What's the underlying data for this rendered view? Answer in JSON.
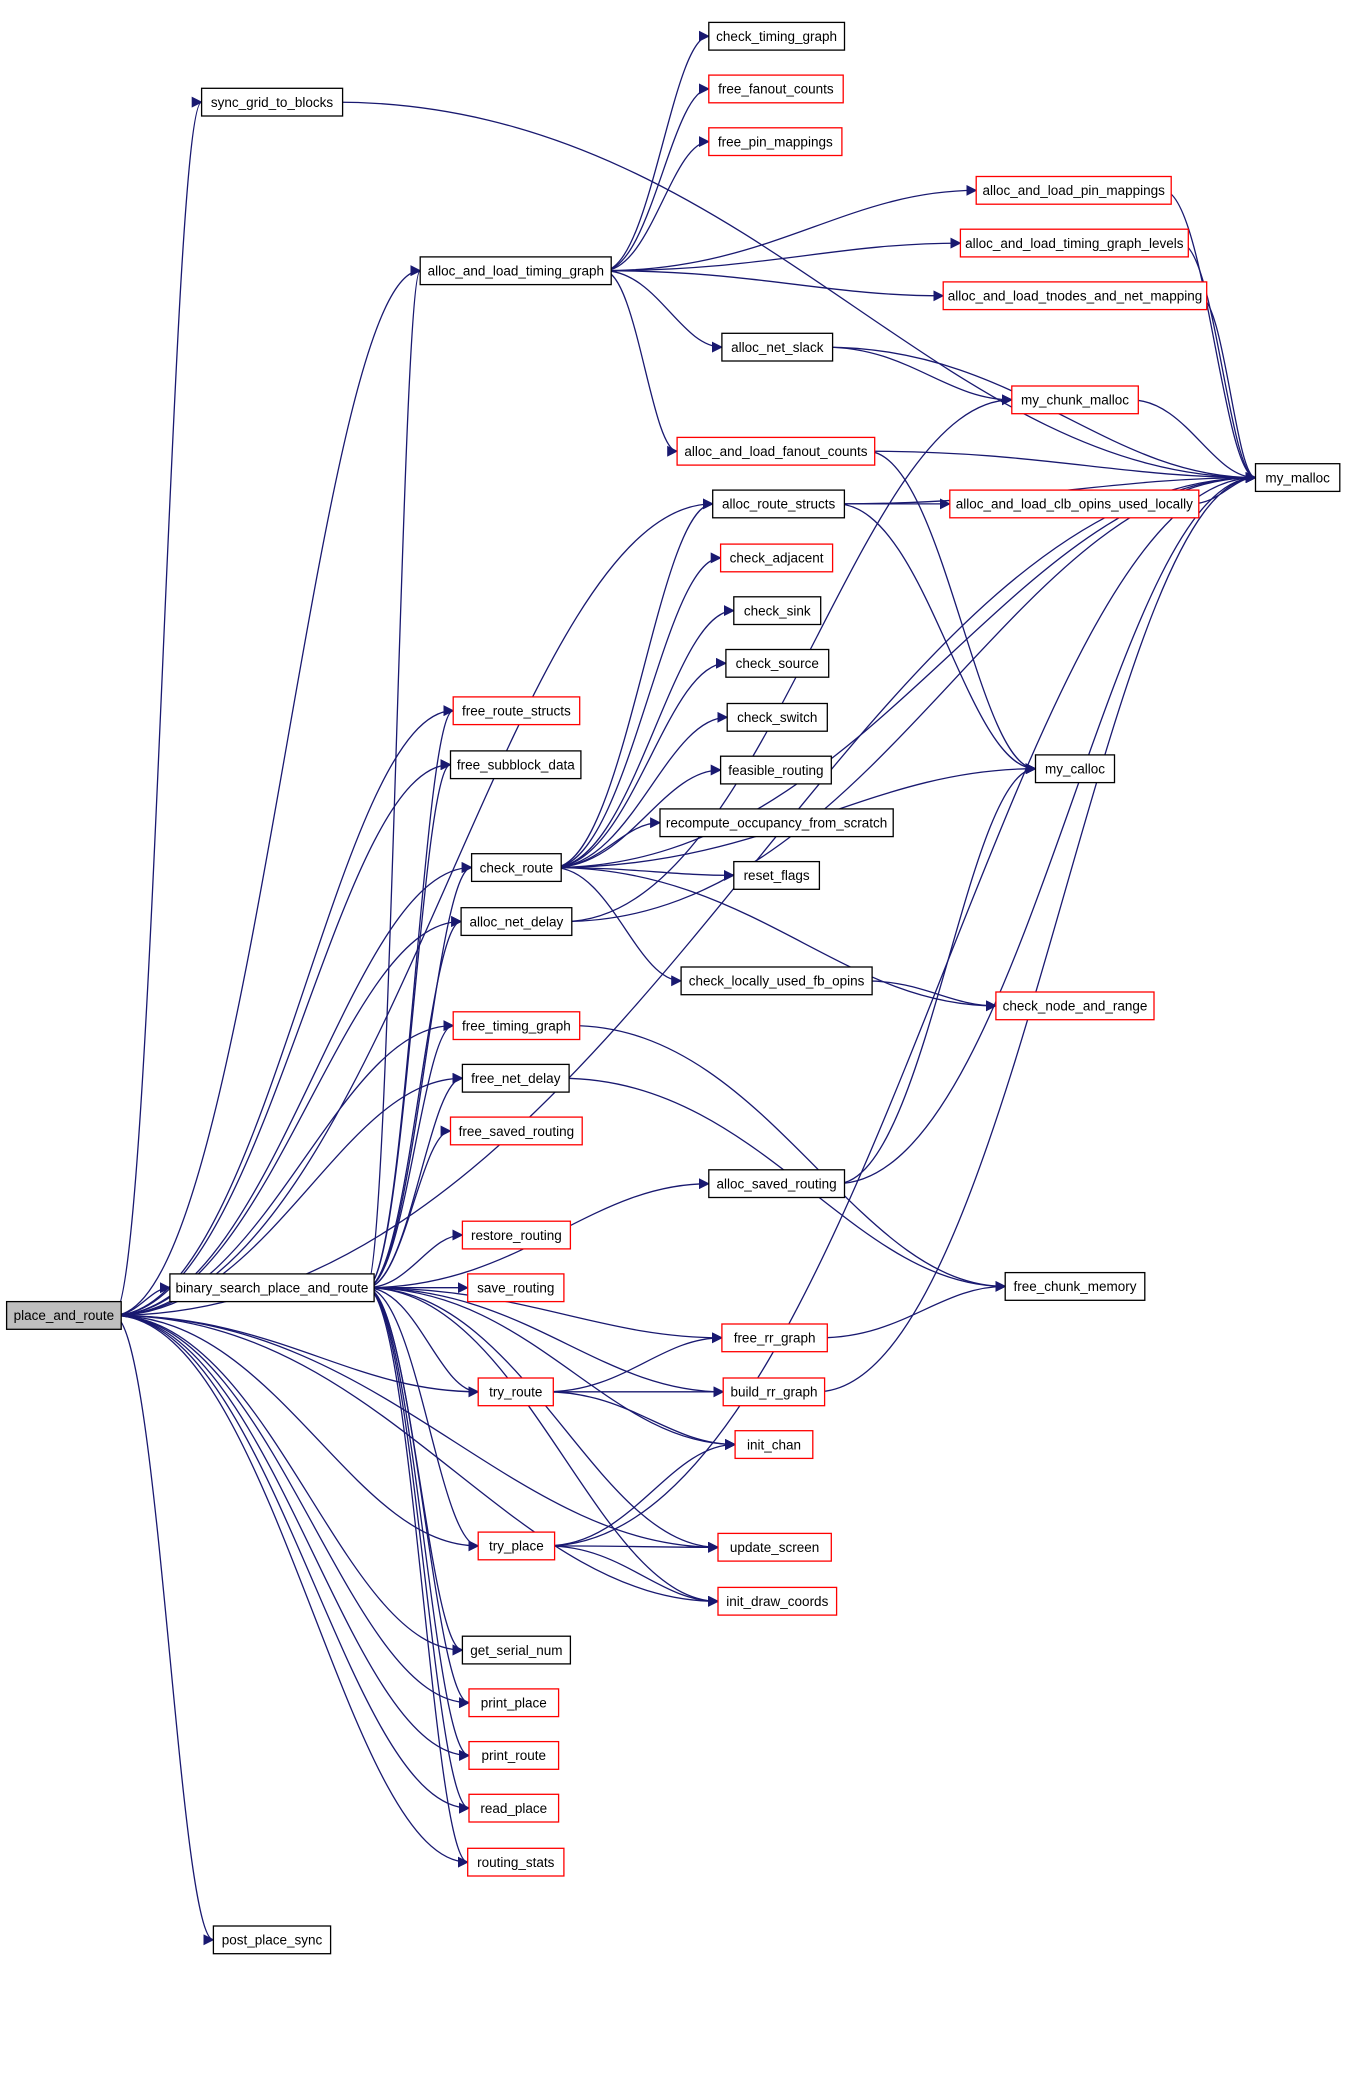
{
  "colors": {
    "edge": "#191970",
    "node_border_normal": "#000000",
    "node_border_truncated": "#ff0000",
    "root_fill": "#bfbfbf",
    "node_fill": "#ffffff"
  },
  "nodes": [
    {
      "id": "place_and_route",
      "label": "place_and_route",
      "style": "root"
    },
    {
      "id": "binary_search_place_and_route",
      "label": "binary_search_place_and_route",
      "style": "normal"
    },
    {
      "id": "sync_grid_to_blocks",
      "label": "sync_grid_to_blocks",
      "style": "normal"
    },
    {
      "id": "alloc_and_load_timing_graph",
      "label": "alloc_and_load_timing_graph",
      "style": "normal"
    },
    {
      "id": "check_timing_graph",
      "label": "check_timing_graph",
      "style": "normal"
    },
    {
      "id": "free_fanout_counts",
      "label": "free_fanout_counts",
      "style": "truncated"
    },
    {
      "id": "free_pin_mappings",
      "label": "free_pin_mappings",
      "style": "truncated"
    },
    {
      "id": "alloc_and_load_pin_mappings",
      "label": "alloc_and_load_pin_mappings",
      "style": "truncated"
    },
    {
      "id": "alloc_and_load_timing_graph_levels",
      "label": "alloc_and_load_timing_graph_levels",
      "style": "truncated"
    },
    {
      "id": "alloc_and_load_tnodes_and_net_mapping",
      "label": "alloc_and_load_tnodes_and_net_mapping",
      "style": "truncated"
    },
    {
      "id": "alloc_net_slack",
      "label": "alloc_net_slack",
      "style": "normal"
    },
    {
      "id": "my_chunk_malloc",
      "label": "my_chunk_malloc",
      "style": "truncated"
    },
    {
      "id": "alloc_and_load_fanout_counts",
      "label": "alloc_and_load_fanout_counts",
      "style": "truncated"
    },
    {
      "id": "my_malloc",
      "label": "my_malloc",
      "style": "normal"
    },
    {
      "id": "alloc_route_structs",
      "label": "alloc_route_structs",
      "style": "normal"
    },
    {
      "id": "alloc_and_load_clb_opins_used_locally",
      "label": "alloc_and_load_clb_opins_used_locally",
      "style": "truncated"
    },
    {
      "id": "check_adjacent",
      "label": "check_adjacent",
      "style": "truncated"
    },
    {
      "id": "check_sink",
      "label": "check_sink",
      "style": "normal"
    },
    {
      "id": "check_source",
      "label": "check_source",
      "style": "normal"
    },
    {
      "id": "check_switch",
      "label": "check_switch",
      "style": "normal"
    },
    {
      "id": "free_route_structs",
      "label": "free_route_structs",
      "style": "truncated"
    },
    {
      "id": "free_subblock_data",
      "label": "free_subblock_data",
      "style": "normal"
    },
    {
      "id": "feasible_routing",
      "label": "feasible_routing",
      "style": "normal"
    },
    {
      "id": "my_calloc",
      "label": "my_calloc",
      "style": "normal"
    },
    {
      "id": "recompute_occupancy_from_scratch",
      "label": "recompute_occupancy_from_scratch",
      "style": "normal"
    },
    {
      "id": "check_route",
      "label": "check_route",
      "style": "normal"
    },
    {
      "id": "reset_flags",
      "label": "reset_flags",
      "style": "normal"
    },
    {
      "id": "alloc_net_delay",
      "label": "alloc_net_delay",
      "style": "normal"
    },
    {
      "id": "check_locally_used_fb_opins",
      "label": "check_locally_used_fb_opins",
      "style": "normal"
    },
    {
      "id": "check_node_and_range",
      "label": "check_node_and_range",
      "style": "truncated"
    },
    {
      "id": "free_timing_graph",
      "label": "free_timing_graph",
      "style": "truncated"
    },
    {
      "id": "free_net_delay",
      "label": "free_net_delay",
      "style": "normal"
    },
    {
      "id": "free_saved_routing",
      "label": "free_saved_routing",
      "style": "truncated"
    },
    {
      "id": "alloc_saved_routing",
      "label": "alloc_saved_routing",
      "style": "normal"
    },
    {
      "id": "restore_routing",
      "label": "restore_routing",
      "style": "truncated"
    },
    {
      "id": "free_chunk_memory",
      "label": "free_chunk_memory",
      "style": "normal"
    },
    {
      "id": "save_routing",
      "label": "save_routing",
      "style": "truncated"
    },
    {
      "id": "free_rr_graph",
      "label": "free_rr_graph",
      "style": "truncated"
    },
    {
      "id": "try_route",
      "label": "try_route",
      "style": "truncated"
    },
    {
      "id": "build_rr_graph",
      "label": "build_rr_graph",
      "style": "truncated"
    },
    {
      "id": "init_chan",
      "label": "init_chan",
      "style": "truncated"
    },
    {
      "id": "try_place",
      "label": "try_place",
      "style": "truncated"
    },
    {
      "id": "update_screen",
      "label": "update_screen",
      "style": "truncated"
    },
    {
      "id": "init_draw_coords",
      "label": "init_draw_coords",
      "style": "truncated"
    },
    {
      "id": "get_serial_num",
      "label": "get_serial_num",
      "style": "normal"
    },
    {
      "id": "print_place",
      "label": "print_place",
      "style": "truncated"
    },
    {
      "id": "print_route",
      "label": "print_route",
      "style": "truncated"
    },
    {
      "id": "read_place",
      "label": "read_place",
      "style": "truncated"
    },
    {
      "id": "routing_stats",
      "label": "routing_stats",
      "style": "truncated"
    },
    {
      "id": "post_place_sync",
      "label": "post_place_sync",
      "style": "normal"
    }
  ],
  "edges": [
    [
      "place_and_route",
      "binary_search_place_and_route"
    ],
    [
      "place_and_route",
      "sync_grid_to_blocks"
    ],
    [
      "place_and_route",
      "alloc_and_load_timing_graph"
    ],
    [
      "place_and_route",
      "alloc_route_structs"
    ],
    [
      "place_and_route",
      "free_route_structs"
    ],
    [
      "place_and_route",
      "free_subblock_data"
    ],
    [
      "place_and_route",
      "check_route"
    ],
    [
      "place_and_route",
      "alloc_net_delay"
    ],
    [
      "place_and_route",
      "free_timing_graph"
    ],
    [
      "place_and_route",
      "free_net_delay"
    ],
    [
      "place_and_route",
      "my_malloc"
    ],
    [
      "place_and_route",
      "try_route"
    ],
    [
      "place_and_route",
      "try_place"
    ],
    [
      "place_and_route",
      "get_serial_num"
    ],
    [
      "place_and_route",
      "print_place"
    ],
    [
      "place_and_route",
      "print_route"
    ],
    [
      "place_and_route",
      "read_place"
    ],
    [
      "place_and_route",
      "routing_stats"
    ],
    [
      "place_and_route",
      "post_place_sync"
    ],
    [
      "place_and_route",
      "update_screen"
    ],
    [
      "place_and_route",
      "init_draw_coords"
    ],
    [
      "sync_grid_to_blocks",
      "my_malloc"
    ],
    [
      "alloc_and_load_timing_graph",
      "check_timing_graph"
    ],
    [
      "alloc_and_load_timing_graph",
      "free_fanout_counts"
    ],
    [
      "alloc_and_load_timing_graph",
      "free_pin_mappings"
    ],
    [
      "alloc_and_load_timing_graph",
      "alloc_and_load_pin_mappings"
    ],
    [
      "alloc_and_load_timing_graph",
      "alloc_and_load_timing_graph_levels"
    ],
    [
      "alloc_and_load_timing_graph",
      "alloc_and_load_tnodes_and_net_mapping"
    ],
    [
      "alloc_and_load_timing_graph",
      "alloc_net_slack"
    ],
    [
      "alloc_and_load_timing_graph",
      "alloc_and_load_fanout_counts"
    ],
    [
      "alloc_and_load_pin_mappings",
      "my_malloc"
    ],
    [
      "alloc_and_load_timing_graph_levels",
      "my_malloc"
    ],
    [
      "alloc_and_load_tnodes_and_net_mapping",
      "my_malloc"
    ],
    [
      "alloc_net_slack",
      "my_chunk_malloc"
    ],
    [
      "alloc_net_slack",
      "my_malloc"
    ],
    [
      "my_chunk_malloc",
      "my_malloc"
    ],
    [
      "alloc_and_load_fanout_counts",
      "my_malloc"
    ],
    [
      "alloc_and_load_fanout_counts",
      "my_calloc"
    ],
    [
      "alloc_route_structs",
      "alloc_and_load_clb_opins_used_locally"
    ],
    [
      "alloc_route_structs",
      "my_malloc"
    ],
    [
      "alloc_route_structs",
      "my_calloc"
    ],
    [
      "alloc_and_load_clb_opins_used_locally",
      "my_malloc"
    ],
    [
      "check_route",
      "alloc_route_structs"
    ],
    [
      "check_route",
      "check_adjacent"
    ],
    [
      "check_route",
      "check_sink"
    ],
    [
      "check_route",
      "check_source"
    ],
    [
      "check_route",
      "check_switch"
    ],
    [
      "check_route",
      "feasible_routing"
    ],
    [
      "check_route",
      "recompute_occupancy_from_scratch"
    ],
    [
      "check_route",
      "reset_flags"
    ],
    [
      "check_route",
      "my_calloc"
    ],
    [
      "check_route",
      "check_locally_used_fb_opins"
    ],
    [
      "check_route",
      "check_node_and_range"
    ],
    [
      "check_route",
      "my_malloc"
    ],
    [
      "check_locally_used_fb_opins",
      "check_node_and_range"
    ],
    [
      "alloc_net_delay",
      "my_chunk_malloc"
    ],
    [
      "alloc_net_delay",
      "my_malloc"
    ],
    [
      "free_timing_graph",
      "free_chunk_memory"
    ],
    [
      "free_net_delay",
      "free_chunk_memory"
    ],
    [
      "alloc_saved_routing",
      "my_calloc"
    ],
    [
      "alloc_saved_routing",
      "my_malloc"
    ],
    [
      "free_rr_graph",
      "free_chunk_memory"
    ],
    [
      "build_rr_graph",
      "my_malloc"
    ],
    [
      "try_route",
      "free_rr_graph"
    ],
    [
      "try_route",
      "build_rr_graph"
    ],
    [
      "try_route",
      "init_chan"
    ],
    [
      "try_place",
      "init_chan"
    ],
    [
      "try_place",
      "update_screen"
    ],
    [
      "try_place",
      "init_draw_coords"
    ],
    [
      "try_place",
      "my_malloc"
    ],
    [
      "binary_search_place_and_route",
      "alloc_and_load_timing_graph"
    ],
    [
      "binary_search_place_and_route",
      "free_route_structs"
    ],
    [
      "binary_search_place_and_route",
      "free_subblock_data"
    ],
    [
      "binary_search_place_and_route",
      "check_route"
    ],
    [
      "binary_search_place_and_route",
      "alloc_net_delay"
    ],
    [
      "binary_search_place_and_route",
      "free_timing_graph"
    ],
    [
      "binary_search_place_and_route",
      "free_net_delay"
    ],
    [
      "binary_search_place_and_route",
      "free_saved_routing"
    ],
    [
      "binary_search_place_and_route",
      "alloc_saved_routing"
    ],
    [
      "binary_search_place_and_route",
      "restore_routing"
    ],
    [
      "binary_search_place_and_route",
      "save_routing"
    ],
    [
      "binary_search_place_and_route",
      "free_rr_graph"
    ],
    [
      "binary_search_place_and_route",
      "try_route"
    ],
    [
      "binary_search_place_and_route",
      "build_rr_graph"
    ],
    [
      "binary_search_place_and_route",
      "init_chan"
    ],
    [
      "binary_search_place_and_route",
      "try_place"
    ],
    [
      "binary_search_place_and_route",
      "update_screen"
    ],
    [
      "binary_search_place_and_route",
      "init_draw_coords"
    ],
    [
      "binary_search_place_and_route",
      "get_serial_num"
    ],
    [
      "binary_search_place_and_route",
      "print_place"
    ],
    [
      "binary_search_place_and_route",
      "print_route"
    ],
    [
      "binary_search_place_and_route",
      "read_place"
    ],
    [
      "binary_search_place_and_route",
      "routing_stats"
    ]
  ]
}
